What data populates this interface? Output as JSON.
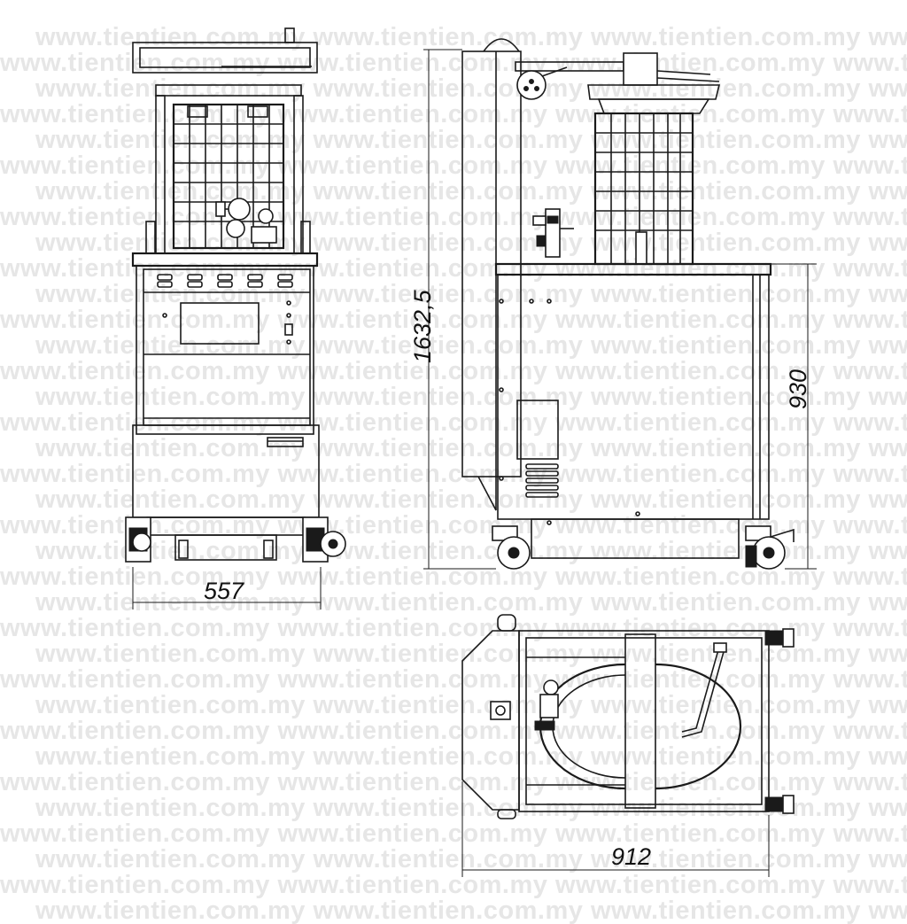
{
  "watermark": {
    "text": "www.tientien.com.my",
    "color": "#e6e6e6"
  },
  "dimensions": {
    "front_width": "557",
    "side_height": "1632,5",
    "side_base_height": "930",
    "top_length": "912"
  },
  "colors": {
    "line": "#1a1a1a",
    "background": "#ffffff"
  }
}
